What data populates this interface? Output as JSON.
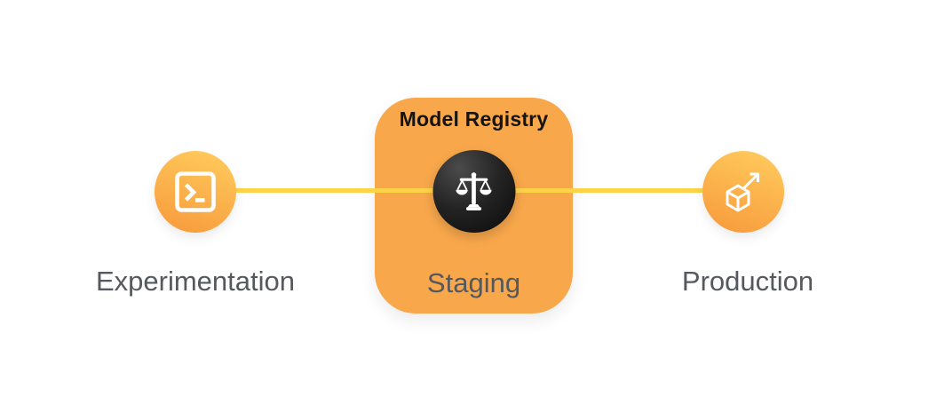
{
  "colors": {
    "background": "#ffffff",
    "connector": "#ffd348",
    "card_bg": "#f8a74b",
    "circle_grad_top": "#ffc85a",
    "circle_grad_bottom": "#f79b3d",
    "dark_circle_inner": "#4b4b4b",
    "dark_circle_outer": "#0a0a0a",
    "label_text": "#55585e",
    "card_title_text": "#141414",
    "icon_color": "#ffffff"
  },
  "diagram": {
    "experimentation": {
      "label": "Experimentation",
      "icon": "terminal-prompt-icon"
    },
    "registry": {
      "title": "Model Registry",
      "stage_label": "Staging",
      "icon": "scales-icon"
    },
    "production": {
      "label": "Production",
      "icon": "cube-arrow-icon"
    }
  }
}
